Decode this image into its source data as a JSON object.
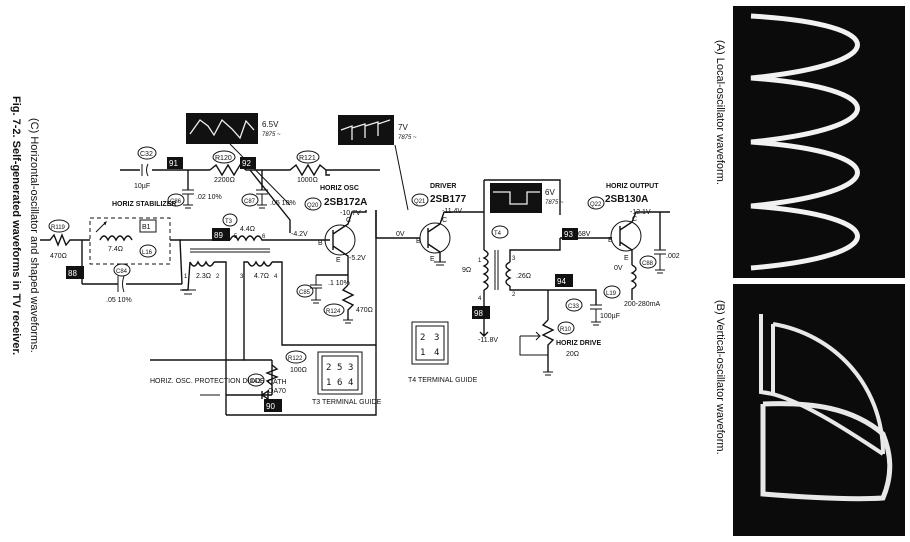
{
  "figure": {
    "caption_number": "Fig. 7-2. Self-generated waveforms in TV receiver.",
    "caption_c": "(C) Horizontal-oscillator and shaped waveforms.",
    "caption_a": "(A) Local-oscillator waveform.",
    "caption_b": "(B) Vertical-oscillator waveform."
  },
  "scope1": {
    "amplitude": "6.5V",
    "freq": "7875 ~"
  },
  "scope2": {
    "amplitude": "7V",
    "freq": "7875 ~"
  },
  "scope3": {
    "amplitude": "6V",
    "freq": "7875 ~"
  },
  "points": [
    "91",
    "92",
    "89",
    "88",
    "90",
    "93",
    "94",
    "94",
    "98"
  ],
  "components": {
    "c32": "C32",
    "c32_val": "10µF",
    "r120": "R120",
    "r120_val": "2200Ω",
    "r121": "R121",
    "r121_val": "1000Ω",
    "c86": "C86",
    "c86_val": ".02 10%",
    "c87": "C87",
    "c87_val": ".05 10%",
    "r119": "R119",
    "r119_val": "470Ω",
    "stabilizer": "HORIZ STABILIZER",
    "b1": "B1",
    "l16": "L16",
    "l16_val": "7.4Ω",
    "c84": "C84",
    "c84_val": ".05 10%",
    "t3": "T3",
    "t3_r1": "4.4Ω",
    "t3_r2": "2.3Ω",
    "t3_r3": "4.7Ω",
    "t3_pins": [
      "5",
      "6",
      "1",
      "2",
      "3",
      "4"
    ],
    "q20": "Q20",
    "q20_title": "HORIZ OSC",
    "q20_part": "2SB172A",
    "q20_vc": "-10.7V",
    "q20_vb": "-4.2V",
    "q20_ve": "-5.2V",
    "c85": "C85",
    "c85_val": ".1 10%",
    "r124": "R124",
    "r124_val": "470Ω",
    "r122": "R122",
    "r122_val": "100Ω",
    "diode": "HORIZ. OSC. PROTECTION DIODE",
    "x42": "X42",
    "cath": "CATH",
    "oa70": "OA70",
    "t3_guide": "T3 TERMINAL GUIDE",
    "t3_guide_top": [
      "2",
      "5",
      "3"
    ],
    "t3_guide_bot": [
      "1",
      "6",
      "4"
    ],
    "q21": "Q21",
    "q21_title": "DRIVER",
    "q21_part": "2SB177",
    "q21_vc": "-11.4V",
    "q21_vb": "0V",
    "t4": "T4",
    "t4_r1": "9Ω",
    "t4_r2": ".26Ω",
    "t4_pins": [
      "1",
      "2",
      "3",
      "4"
    ],
    "t4_guide": "T4 TERMINAL GUIDE",
    "t4_guide_top": [
      "2",
      "3"
    ],
    "t4_guide_bot": [
      "1",
      "4"
    ],
    "supply": "-11.8V",
    "c33": "C33",
    "c33_val": "100µF",
    "r10": "R10",
    "r10_title": "HORIZ DRIVE",
    "r10_val": "20Ω",
    "q22": "Q22",
    "q22_title": "HORIZ OUTPUT",
    "q22_part": "2SB130A",
    "q22_vc": "-12.1V",
    "q22_vb": ".68V",
    "q22_ve": "0V",
    "l19": "L19",
    "l19_val": "200-280mA",
    "c88": "C88",
    "c88_val": ".002",
    "pin_b": "B",
    "pin_c": "C",
    "pin_e": "E"
  }
}
